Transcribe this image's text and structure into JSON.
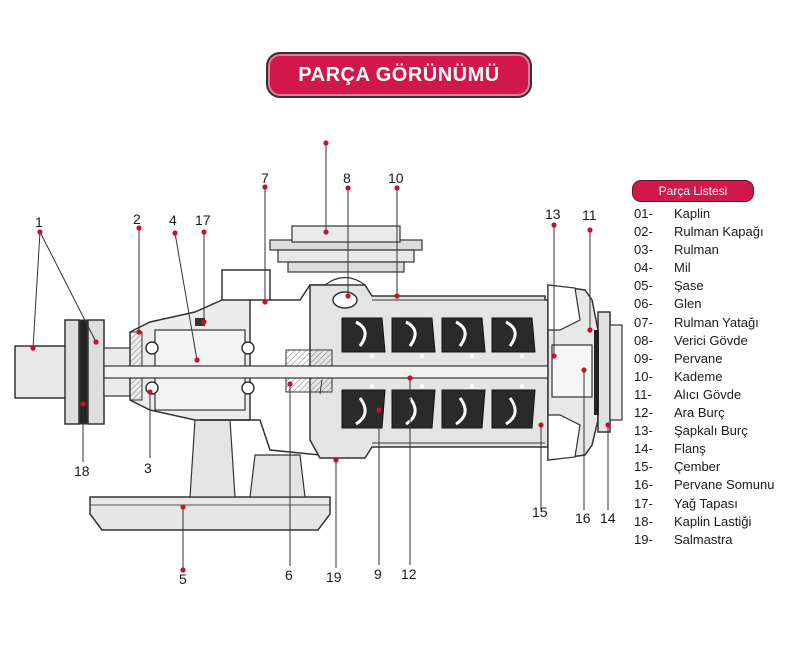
{
  "title": "PARÇA GÖRÜNÜMÜ",
  "legend": {
    "header": "Parça Listesi",
    "items": [
      {
        "num": "01-",
        "label": "Kaplin"
      },
      {
        "num": "02-",
        "label": "Rulman Kapağı"
      },
      {
        "num": "03-",
        "label": "Rulman"
      },
      {
        "num": "04-",
        "label": "Mil"
      },
      {
        "num": "05-",
        "label": "Şase"
      },
      {
        "num": "06-",
        "label": "Glen"
      },
      {
        "num": "07-",
        "label": "Rulman Yatağı"
      },
      {
        "num": "08-",
        "label": "Verici Gövde"
      },
      {
        "num": "09-",
        "label": "Pervane"
      },
      {
        "num": "10-",
        "label": "Kademe"
      },
      {
        "num": "11-",
        "label": "Alıcı Gövde"
      },
      {
        "num": "12-",
        "label": "Ara Burç"
      },
      {
        "num": "13-",
        "label": "Şapkalı Burç"
      },
      {
        "num": "14-",
        "label": "Flanş"
      },
      {
        "num": "15-",
        "label": "Çember"
      },
      {
        "num": "16-",
        "label": "Pervane Somunu"
      },
      {
        "num": "17-",
        "label": "Yağ Tapası"
      },
      {
        "num": "18-",
        "label": "Kaplin Lastiği"
      },
      {
        "num": "19-",
        "label": "Salmastra"
      }
    ]
  },
  "callouts": {
    "p1": "1",
    "p2": "2",
    "p3": "3",
    "p4": "4",
    "p5": "5",
    "p6": "6",
    "p7": "7",
    "p8": "8",
    "p9": "9",
    "p10": "10",
    "p11": "11",
    "p12": "12",
    "p13": "13",
    "p14": "14",
    "p15": "15",
    "p16": "16",
    "p17": "17",
    "p18": "18",
    "p19": "19"
  },
  "colors": {
    "accent": "#d2184a",
    "marker": "#c8102e",
    "line": "#333333",
    "fill_light": "#e4e4e4",
    "fill_dark": "#2a2a2a"
  }
}
